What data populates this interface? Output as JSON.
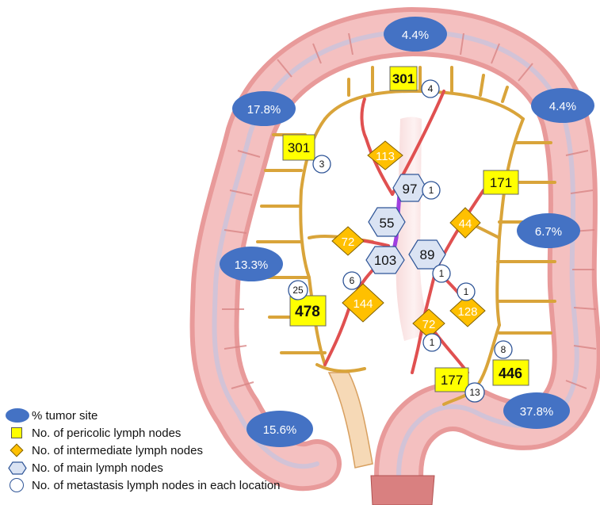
{
  "tumor_site_pct": {
    "top": "4.4%",
    "upper_left": "17.8%",
    "upper_right": "4.4%",
    "right_mid": "6.7%",
    "left_mid": "13.3%",
    "lower_left": "15.6%",
    "lower_right": "37.8%"
  },
  "pericolic_nodes": {
    "transverse": "301",
    "hepatic_flexure": "301",
    "ascending": "478",
    "splenic": "171",
    "sigmoid_upper": "446",
    "sigmoid_lower": "177"
  },
  "intermediate_nodes": {
    "middle_colic": "113",
    "right_colic": "72",
    "ileocolic": "144",
    "left_colic": "44",
    "sigmoid_a": "128",
    "sigmoid_b": "72"
  },
  "main_nodes": {
    "middle": "97",
    "right": "55",
    "ileocolic_root": "103",
    "ima_root": "89"
  },
  "metastasis_nodes": {
    "transverse": "4",
    "hepatic_flexure": "3",
    "middle_main": "1",
    "ascending": "25",
    "ileocolic": "6",
    "ima_main": "1",
    "sigmoid_a": "1",
    "sigmoid_b": "1",
    "sigmoid_upper": "8",
    "sigmoid_lower": "13"
  },
  "legend": {
    "tumor_site": "% tumor site",
    "pericolic": "No. of pericolic lymph nodes",
    "intermediate": "No. of intermediate lymph nodes",
    "main": "No. of main lymph nodes",
    "metastasis": "No. of metastasis lymph nodes in each location"
  },
  "colors": {
    "tumor_site": "#4472c4",
    "pericolic": "#ffff00",
    "intermediate": "#ffc000",
    "main": "#dae3f3",
    "metastasis": "#ffffff",
    "colon": "#f2b1b1",
    "lymph_vessel": "#d9a43a",
    "artery": "#e05050",
    "main_trunk": "#a040e0"
  }
}
